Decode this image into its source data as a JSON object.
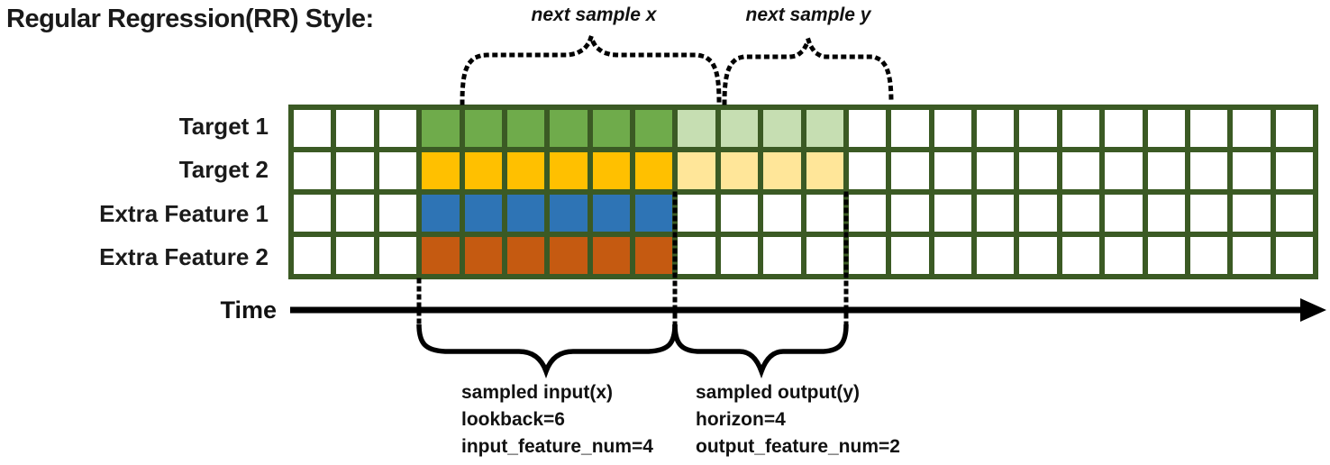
{
  "diagram": {
    "title": "Regular Regression(RR) Style:",
    "annotations": {
      "next_sample_x": "next sample x",
      "next_sample_y": "next sample y",
      "time_label": "Time",
      "input_lines": [
        "sampled input(x)",
        "lookback=6",
        "input_feature_num=4"
      ],
      "output_lines": [
        "sampled output(y)",
        "horizon=4",
        "output_feature_num=2"
      ]
    },
    "grid": {
      "total_columns": 24,
      "lead_empty_columns": 3,
      "lookback": 6,
      "horizon": 4,
      "border_color": "#3b5a24",
      "cell_background": "#ffffff",
      "rows": [
        {
          "label": "Target 1",
          "type": "target",
          "input_color": "#6fab4b",
          "output_color": "#c6deb2"
        },
        {
          "label": "Target 2",
          "type": "target",
          "input_color": "#ffc000",
          "output_color": "#ffe699"
        },
        {
          "label": "Extra Feature 1",
          "type": "extra",
          "input_color": "#2e74b5",
          "output_color": null
        },
        {
          "label": "Extra Feature 2",
          "type": "extra",
          "input_color": "#c55a11",
          "output_color": null
        }
      ]
    },
    "colors": {
      "annotation_line": "#000000"
    }
  }
}
